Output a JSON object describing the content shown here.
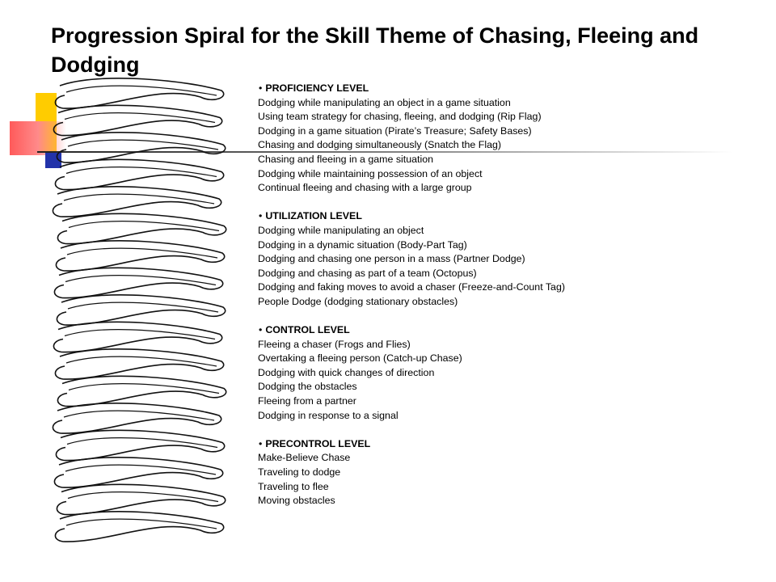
{
  "title": "Progression Spiral for the Skill Theme of Chasing, Fleeing and Dodging",
  "spiral_icon": "spiral-progression-icon",
  "bullet": "•",
  "colors": {
    "accent_yellow": "#ffcc00",
    "accent_red": "#ff5a5a",
    "accent_blue": "#2233aa"
  },
  "levels": [
    {
      "heading": "PROFICIENCY LEVEL",
      "items": [
        "Dodging while manipulating an object in a game situation",
        "Using team strategy for chasing, fleeing, and dodging (Rip Flag)",
        "Dodging in a game situation (Pirate’s Treasure; Safety Bases)",
        "Chasing and dodging simultaneously (Snatch the Flag)",
        "Chasing and fleeing in a game situation",
        "Dodging while maintaining possession of an object",
        "Continual fleeing and chasing with a large group"
      ]
    },
    {
      "heading": "UTILIZATION LEVEL",
      "items": [
        "Dodging while manipulating an object",
        "Dodging in a dynamic situation (Body-Part Tag)",
        "Dodging and chasing one person in a mass (Partner Dodge)",
        "Dodging and chasing as part of a team (Octopus)",
        "Dodging and faking moves to avoid a chaser (Freeze-and-Count Tag)",
        "People Dodge (dodging stationary obstacles)"
      ]
    },
    {
      "heading": "CONTROL LEVEL",
      "items": [
        "Fleeing a chaser (Frogs and Flies)",
        "Overtaking a fleeing person (Catch-up Chase)",
        "Dodging with quick changes of direction",
        "Dodging the obstacles",
        "Fleeing from a partner",
        "Dodging in response to a signal"
      ]
    },
    {
      "heading": "PRECONTROL LEVEL",
      "items": [
        "Make-Believe Chase",
        "Traveling to dodge",
        "Traveling to flee",
        "Moving obstacles"
      ]
    }
  ]
}
